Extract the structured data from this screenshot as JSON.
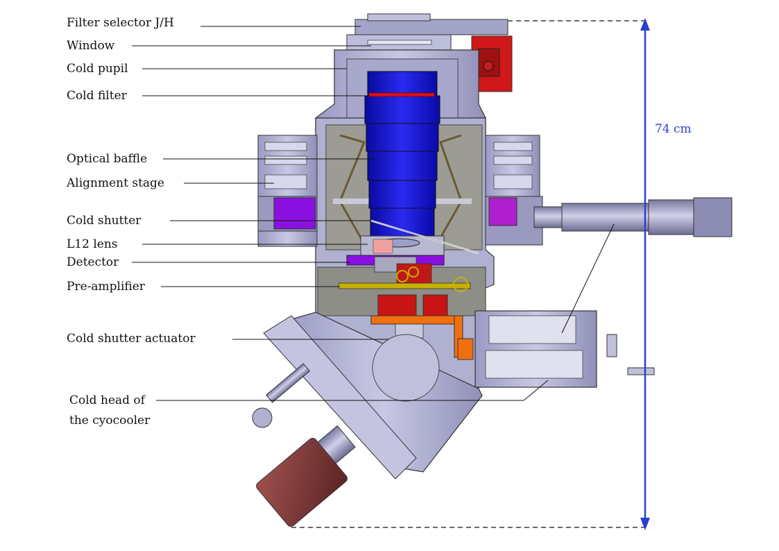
{
  "labels": [
    "Filter selector J/H",
    "Window",
    "Cold pupil",
    "Cold filter",
    "Optical baffle",
    "Alignment stage",
    "Cold shutter",
    "L12 lens",
    "Detector",
    "Pre-amplifier",
    "Cold shutter actuator",
    "Cold head of",
    "the cyocooler"
  ],
  "dimension": {
    "value": "74 cm",
    "color": "#2a3fd0"
  },
  "colors": {
    "body_metal": "#b6b6d8",
    "body_dark": "#8c8cb0",
    "lens_blue": "#1212d0",
    "filter_red": "#e01010",
    "detector_purple": "#8a10e0",
    "electronics_red": "#d01818",
    "actuator_orange": "#f07010",
    "interior_grey": "#9c9c94",
    "motor_brown": "#8a3a3a"
  }
}
